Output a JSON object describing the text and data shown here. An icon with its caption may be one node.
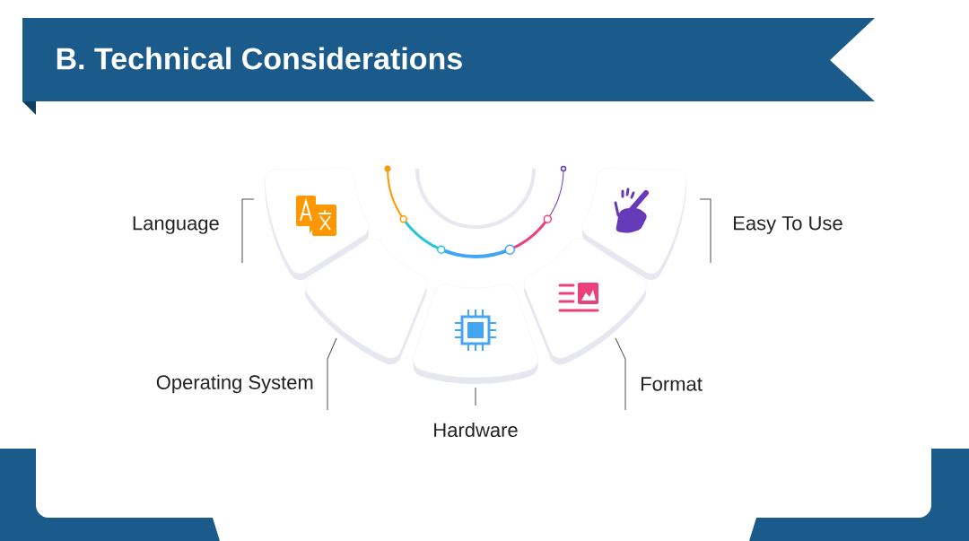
{
  "diagram": {
    "title": "B. Technical Considerations",
    "nodes": [
      {
        "text": [
          "Language"
        ]
      },
      {
        "text": [
          "Easy To Use"
        ]
      },
      {
        "text": [
          "Operating System"
        ]
      },
      {
        "text": [
          "Format"
        ]
      },
      {
        "text": [
          "Hardware"
        ]
      },
      {
        "text": [],
        "shape": "box"
      },
      {
        "text": [],
        "shape": "box"
      },
      {
        "text": [],
        "shape": "box"
      },
      {
        "text": [],
        "shape": "box"
      },
      {
        "text": [],
        "shape": "box"
      }
    ],
    "edges": [
      {
        "from": 0,
        "to": 5,
        "arrow": "none"
      },
      {
        "from": 1,
        "to": 6,
        "arrow": "none"
      },
      {
        "from": 2,
        "to": 7,
        "arrow": "none"
      },
      {
        "from": 3,
        "to": 9,
        "arrow": "none"
      },
      {
        "from": 4,
        "to": 8,
        "arrow": "none"
      }
    ]
  }
}
